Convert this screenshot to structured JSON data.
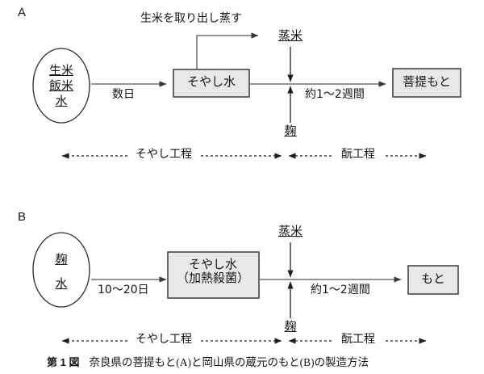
{
  "figure": {
    "caption_number": "第 1 図",
    "caption_text": "奈良県の菩提もと(A)と岡山県の蔵元のもと(B)の製造方法",
    "colors": {
      "line": "#555555",
      "box_fill": "#e8e8e8",
      "box_stroke": "#3a3a3a",
      "text": "#141414",
      "background": "#ffffff"
    }
  },
  "panels": [
    {
      "letter": "A",
      "source_node": {
        "shape": "ellipse",
        "lines": [
          "生米",
          "飯米",
          "水"
        ]
      },
      "first_edge_label": "数日",
      "process_box": {
        "lines": [
          "そやし水"
        ]
      },
      "branch_label": "生米を取り出し蒸す",
      "top_input": "蒸米",
      "bottom_input": "麹",
      "second_edge_label": "約1〜2週間",
      "result_box": {
        "lines": [
          "菩提もと"
        ]
      },
      "stages": [
        {
          "label": "そやし工程"
        },
        {
          "label": "酛工程"
        }
      ]
    },
    {
      "letter": "B",
      "source_node": {
        "shape": "ellipse",
        "lines": [
          "麹",
          "水"
        ]
      },
      "first_edge_label": "10〜20日",
      "process_box": {
        "lines": [
          "そやし水",
          "（加熱殺菌）"
        ]
      },
      "branch_label": "",
      "top_input": "蒸米",
      "bottom_input": "麹",
      "second_edge_label": "約1〜2週間",
      "result_box": {
        "lines": [
          "もと"
        ]
      },
      "stages": [
        {
          "label": "そやし工程"
        },
        {
          "label": "酛工程"
        }
      ]
    }
  ]
}
